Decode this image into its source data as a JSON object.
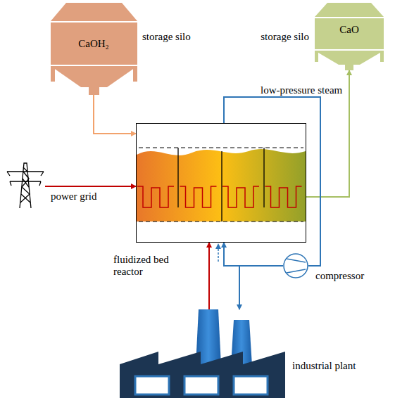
{
  "diagram": {
    "nodes": [
      {
        "text": [
          "CaOH₂",
          "storage silo"
        ]
      },
      {
        "text": [
          "CaO",
          "storage silo"
        ]
      },
      {
        "text": [
          "fluidized bed reactor"
        ]
      },
      {
        "text": [
          "power grid"
        ]
      },
      {
        "text": [
          "compressor"
        ]
      },
      {
        "text": [
          "industrial plant"
        ]
      }
    ],
    "edges": [
      {
        "from": 0,
        "to": 2,
        "arrow": "to"
      },
      {
        "from": 2,
        "to": 1,
        "arrow": "to"
      },
      {
        "from": 3,
        "to": 2,
        "arrow": "to"
      },
      {
        "from": 2,
        "to": 4,
        "label": "low-pressure steam",
        "arrow": "none"
      },
      {
        "from": 4,
        "to": 2,
        "arrow": "to"
      },
      {
        "from": 5,
        "to": 2,
        "arrow": "to"
      },
      {
        "from": 4,
        "to": 5,
        "arrow": "to"
      }
    ]
  }
}
